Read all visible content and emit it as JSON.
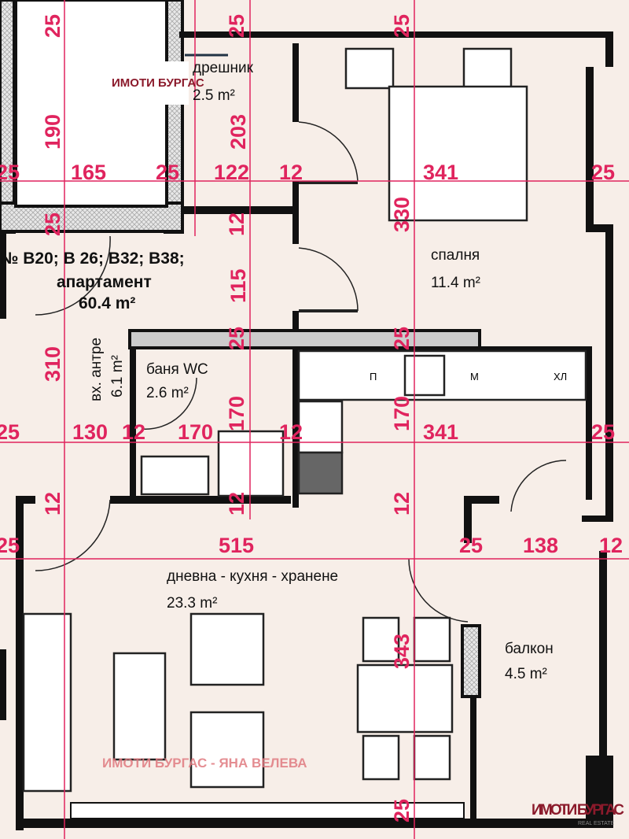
{
  "rooms": {
    "closet": {
      "name": "дрешник",
      "area": "2.5 m²"
    },
    "apartment": {
      "numbers": "№ B20; B 26; B32; B38;",
      "name": "апартамент",
      "area": "60.4 m²"
    },
    "bedroom": {
      "name": "спалня",
      "area": "11.4 m²"
    },
    "entrance": {
      "name": "вх. антре",
      "area": "6.1 m²"
    },
    "bathroom": {
      "name": "баня WC",
      "area": "2.6 m²"
    },
    "living": {
      "name": "дневна - кухня - хранене",
      "area": "23.3 m²"
    },
    "balcony": {
      "name": "балкон",
      "area": "4.5 m²"
    }
  },
  "kitchen_labels": [
    "П",
    "М",
    "ХЛ"
  ],
  "dimensions": {
    "row1": [
      "25",
      "165",
      "25",
      "122",
      "12",
      "341",
      "25"
    ],
    "row2": [
      "25",
      "130",
      "12",
      "170",
      "12",
      "341",
      "25"
    ],
    "row3": [
      "25",
      "515",
      "25",
      "138",
      "12"
    ],
    "vertical": [
      "25",
      "25",
      "25",
      "190",
      "203",
      "330",
      "25",
      "12",
      "115",
      "310",
      "25",
      "25",
      "170",
      "170",
      "12",
      "12",
      "12",
      "343",
      "25"
    ]
  },
  "watermark": "ИМОТИ БУРГАС - ЯНА ВЕЛЕВА",
  "logo": {
    "text": "ИМОТИ БУРГАС",
    "subtitle": "REAL ESTATE",
    "color": "#8b1a2b"
  },
  "colors": {
    "dimension": "#e0245e",
    "wall": "#111111",
    "background": "#f7eee8"
  }
}
